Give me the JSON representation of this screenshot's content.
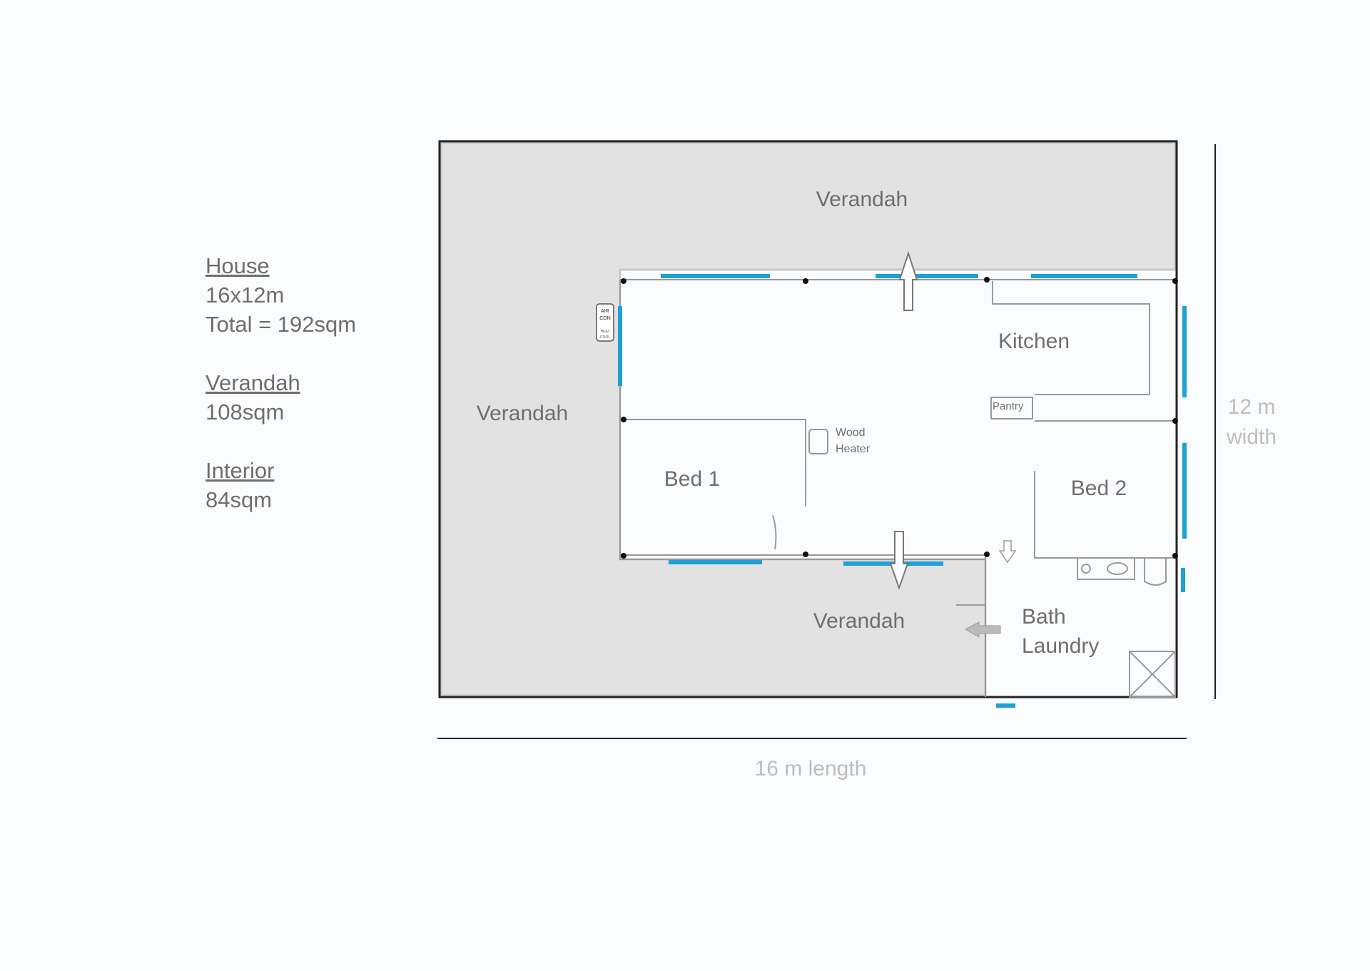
{
  "summary": {
    "house_heading": "House",
    "house_dims": "16x12m",
    "house_total": "Total = 192sqm",
    "verandah_heading": "Verandah",
    "verandah_area": "108sqm",
    "interior_heading": "Interior",
    "interior_area": "84sqm"
  },
  "rooms": {
    "verandah_top": "Verandah",
    "verandah_left": "Verandah",
    "verandah_bottom": "Verandah",
    "kitchen": "Kitchen",
    "pantry": "Pantry",
    "bed1": "Bed 1",
    "bed2": "Bed 2",
    "bath": "Bath",
    "laundry": "Laundry",
    "wood_heater_1": "Wood",
    "wood_heater_2": "Heater",
    "aircon_1": "AIR",
    "aircon_2": "CON",
    "aircon_3": "HEAT",
    "aircon_4": "COOL"
  },
  "dimensions": {
    "width_1": "12 m",
    "width_2": "width",
    "length": "16 m length"
  },
  "colors": {
    "window": "#1ea0d8",
    "verandah": "#e2e2e2",
    "text": "#6e6e6e"
  }
}
